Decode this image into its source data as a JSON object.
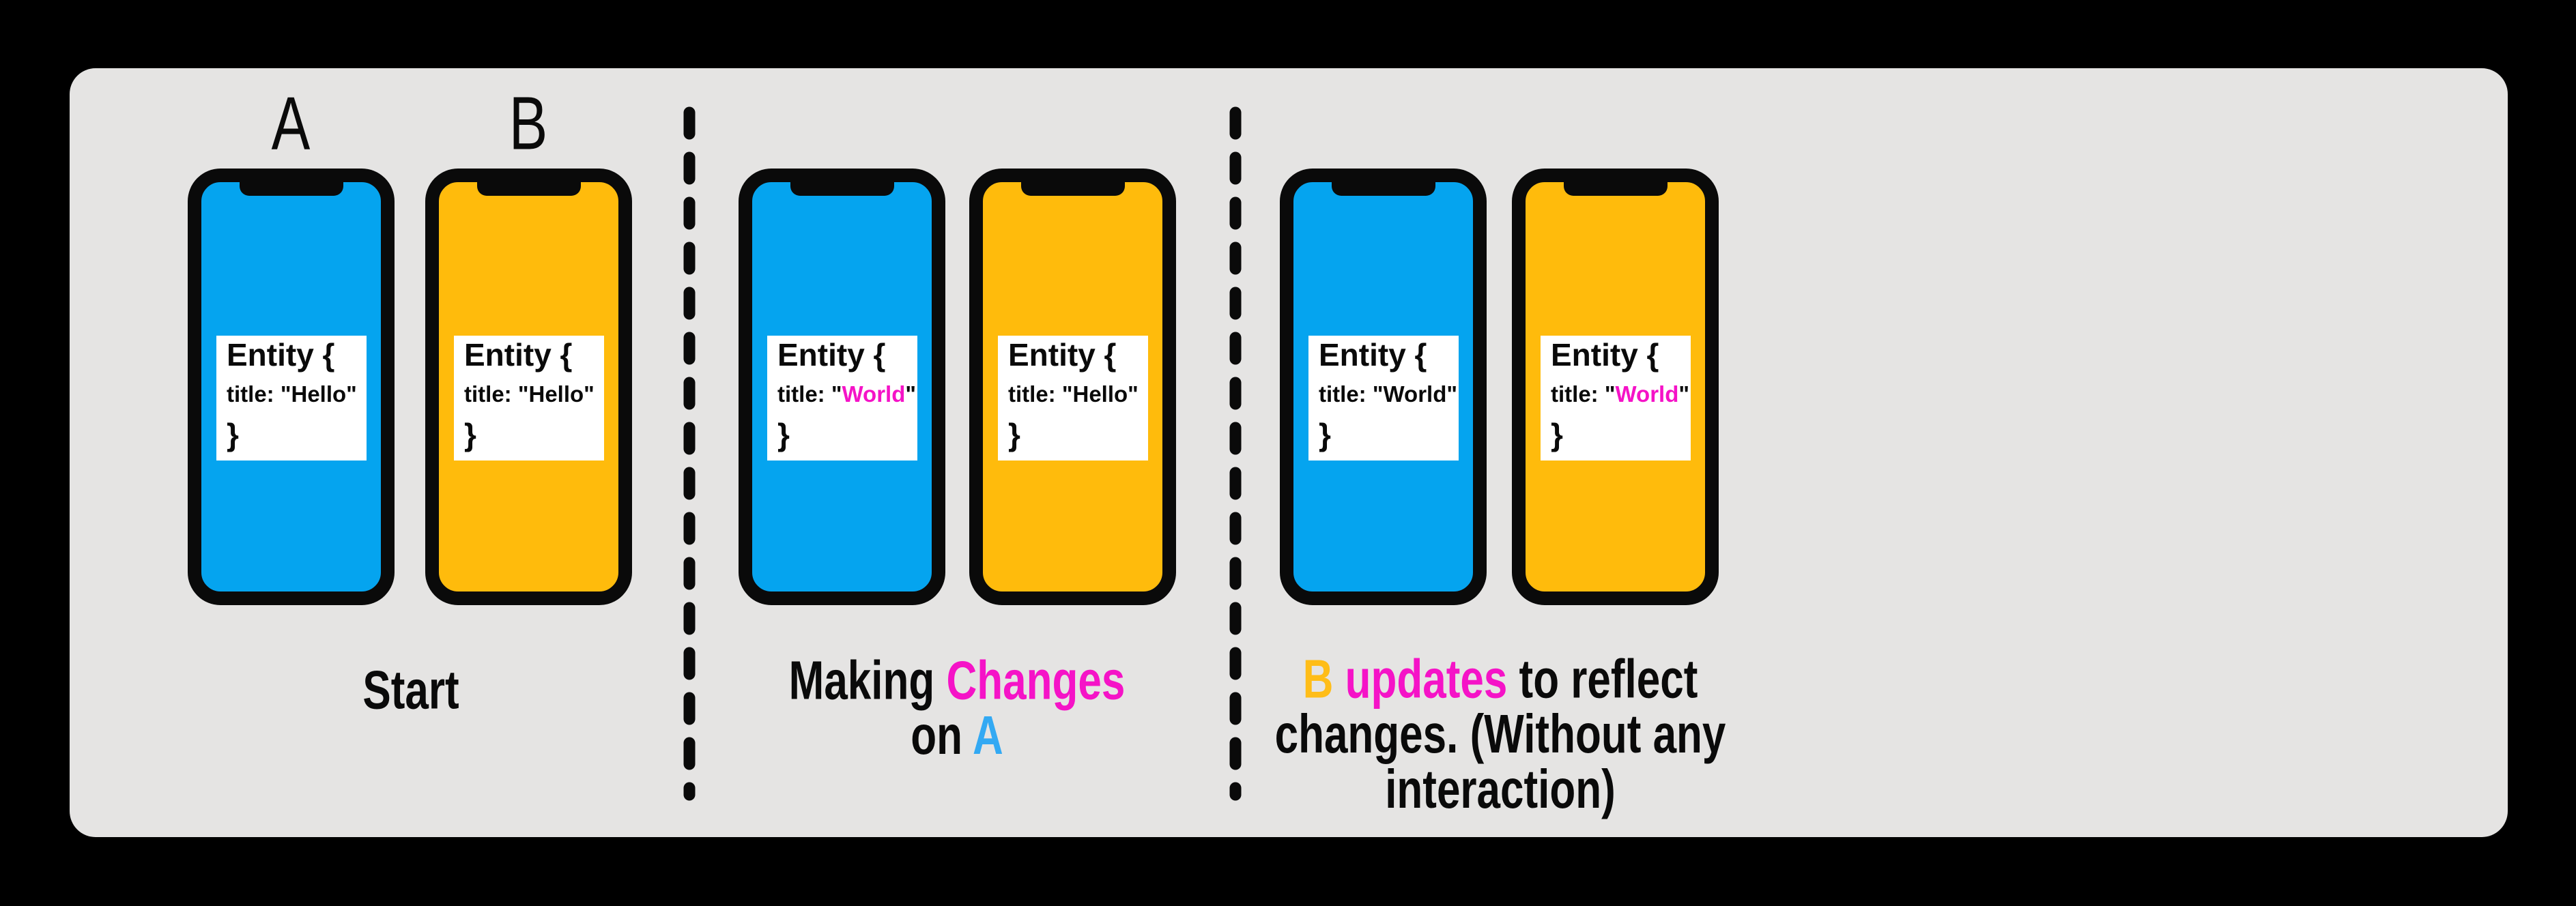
{
  "colors": {
    "background": "#000000",
    "panel_background": "#E5E4E3",
    "phone_frame": "#0a0a0a",
    "phone_blue": "#05A4EF",
    "phone_orange": "#FFBB0C",
    "card_background": "#FFFFFF",
    "highlight_magenta": "#F513C7",
    "caption_blue": "#33A9F3",
    "caption_orange": "#FFBD18",
    "text_black": "#0a0a0a"
  },
  "panels": [
    {
      "phones": [
        {
          "device": "A",
          "screen_color": "#05A4EF",
          "entity": {
            "open": "Entity {",
            "title_prefix": "title: \"",
            "title_word": "Hello",
            "title_suffix": "\"",
            "title_word_color": "#0a0a0a",
            "close": "}"
          }
        },
        {
          "device": "B",
          "screen_color": "#FFBB0C",
          "entity": {
            "open": "Entity {",
            "title_prefix": "title: \"",
            "title_word": "Hello",
            "title_suffix": "\"",
            "title_word_color": "#0a0a0a",
            "close": "}"
          }
        }
      ],
      "caption": {
        "lines": [
          [
            {
              "text": "Start",
              "color": "#0a0a0a"
            }
          ]
        ]
      }
    },
    {
      "phones": [
        {
          "device": "A",
          "screen_color": "#05A4EF",
          "entity": {
            "open": "Entity {",
            "title_prefix": "title: \"",
            "title_word": "World",
            "title_suffix": "\"",
            "title_word_color": "#F513C7",
            "close": "}"
          }
        },
        {
          "device": "B",
          "screen_color": "#FFBB0C",
          "entity": {
            "open": "Entity {",
            "title_prefix": "title: \"",
            "title_word": "Hello",
            "title_suffix": "\"",
            "title_word_color": "#0a0a0a",
            "close": "}"
          }
        }
      ],
      "caption": {
        "lines": [
          [
            {
              "text": "Making ",
              "color": "#0a0a0a"
            },
            {
              "text": "Changes",
              "color": "#F513C7"
            }
          ],
          [
            {
              "text": "on ",
              "color": "#0a0a0a"
            },
            {
              "text": "A",
              "color": "#33A9F3"
            }
          ]
        ]
      }
    },
    {
      "phones": [
        {
          "device": "A",
          "screen_color": "#05A4EF",
          "entity": {
            "open": "Entity {",
            "title_prefix": "title: \"",
            "title_word": "World",
            "title_suffix": "\"",
            "title_word_color": "#0a0a0a",
            "close": "}"
          }
        },
        {
          "device": "B",
          "screen_color": "#FFBB0C",
          "entity": {
            "open": "Entity {",
            "title_prefix": "title: \"",
            "title_word": "World",
            "title_suffix": "\"",
            "title_word_color": "#F513C7",
            "close": "}"
          }
        }
      ],
      "caption": {
        "lines": [
          [
            {
              "text": "B",
              "color": "#FFBD18"
            },
            {
              "text": " updates",
              "color": "#F513C7"
            },
            {
              "text": " to reflect",
              "color": "#0a0a0a"
            }
          ],
          [
            {
              "text": "changes. (Without any",
              "color": "#0a0a0a"
            }
          ],
          [
            {
              "text": "interaction)",
              "color": "#0a0a0a"
            }
          ]
        ]
      }
    }
  ]
}
